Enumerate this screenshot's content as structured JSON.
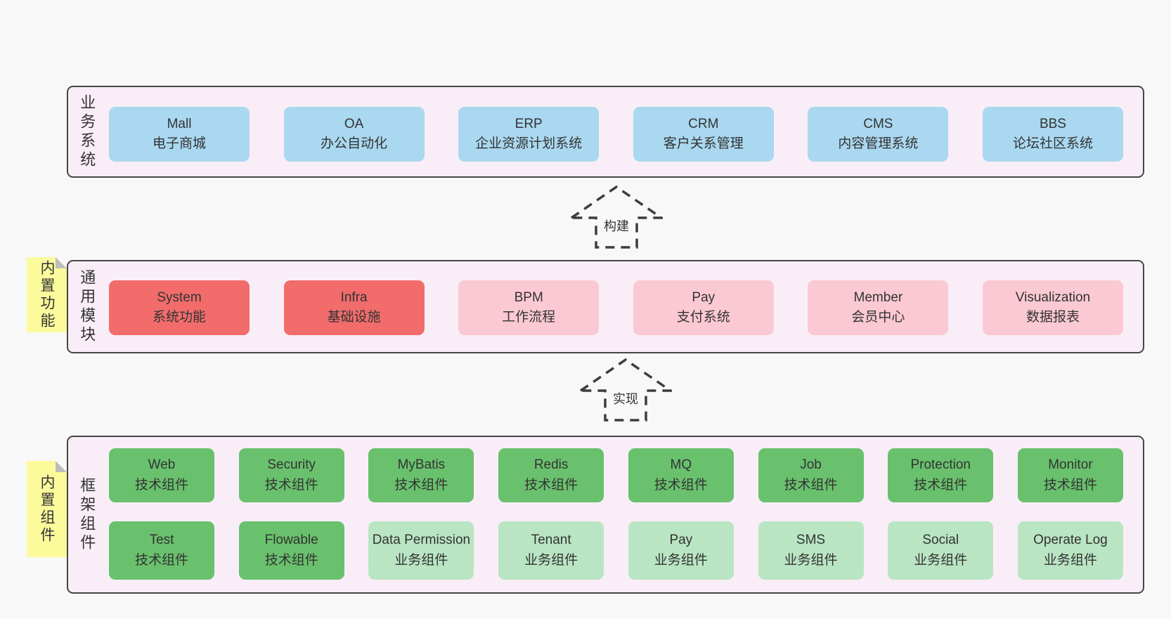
{
  "diagram": {
    "layers": [
      {
        "label": "业务系统",
        "sticky_note": null,
        "rows": [
          [
            {
              "name": "Mall",
              "desc": "电子商城",
              "type": "blue"
            },
            {
              "name": "OA",
              "desc": "办公自动化",
              "type": "blue"
            },
            {
              "name": "ERP",
              "desc": "企业资源计划系统",
              "type": "blue"
            },
            {
              "name": "CRM",
              "desc": "客户关系管理",
              "type": "blue"
            },
            {
              "name": "CMS",
              "desc": "内容管理系统",
              "type": "blue"
            },
            {
              "name": "BBS",
              "desc": "论坛社区系统",
              "type": "blue"
            }
          ]
        ]
      },
      {
        "label": "通用模块",
        "sticky_note": "内置功能",
        "rows": [
          [
            {
              "name": "System",
              "desc": "系统功能",
              "type": "red"
            },
            {
              "name": "Infra",
              "desc": "基础设施",
              "type": "red"
            },
            {
              "name": "BPM",
              "desc": "工作流程",
              "type": "pink"
            },
            {
              "name": "Pay",
              "desc": "支付系统",
              "type": "pink"
            },
            {
              "name": "Member",
              "desc": "会员中心",
              "type": "pink"
            },
            {
              "name": "Visualization",
              "desc": "数据报表",
              "type": "pink"
            }
          ]
        ]
      },
      {
        "label": "框架组件",
        "sticky_note": "内置组件",
        "rows": [
          [
            {
              "name": "Web",
              "desc": "技术组件",
              "type": "green"
            },
            {
              "name": "Security",
              "desc": "技术组件",
              "type": "green"
            },
            {
              "name": "MyBatis",
              "desc": "技术组件",
              "type": "green"
            },
            {
              "name": "Redis",
              "desc": "技术组件",
              "type": "green"
            },
            {
              "name": "MQ",
              "desc": "技术组件",
              "type": "green"
            },
            {
              "name": "Job",
              "desc": "技术组件",
              "type": "green"
            },
            {
              "name": "Protection",
              "desc": "技术组件",
              "type": "green"
            },
            {
              "name": "Monitor",
              "desc": "技术组件",
              "type": "green"
            }
          ],
          [
            {
              "name": "Test",
              "desc": "技术组件",
              "type": "green"
            },
            {
              "name": "Flowable",
              "desc": "技术组件",
              "type": "green"
            },
            {
              "name": "Data Permission",
              "desc": "业务组件",
              "type": "green-light"
            },
            {
              "name": "Tenant",
              "desc": "业务组件",
              "type": "green-light"
            },
            {
              "name": "Pay",
              "desc": "业务组件",
              "type": "green-light"
            },
            {
              "name": "SMS",
              "desc": "业务组件",
              "type": "green-light"
            },
            {
              "name": "Social",
              "desc": "业务组件",
              "type": "green-light"
            },
            {
              "name": "Operate Log",
              "desc": "业务组件",
              "type": "green-light"
            }
          ]
        ]
      }
    ],
    "arrows": [
      {
        "label": "构建"
      },
      {
        "label": "实现"
      }
    ],
    "colors": {
      "page_background": "#f8f8f8",
      "layer_background": "#f9eef7",
      "layer_border": "#464646",
      "business_box": "#aad8f0",
      "core_module_box": "#f26c6c",
      "optional_module_box": "#fbc9d3",
      "tech_component_box": "#69c16d",
      "biz_component_box": "#b9e5c3",
      "sticky_note": "#fbfb9b",
      "sticky_fold": "#bdbdbd",
      "arrow_dash": "#3d3d3d",
      "text": "#333333"
    }
  }
}
